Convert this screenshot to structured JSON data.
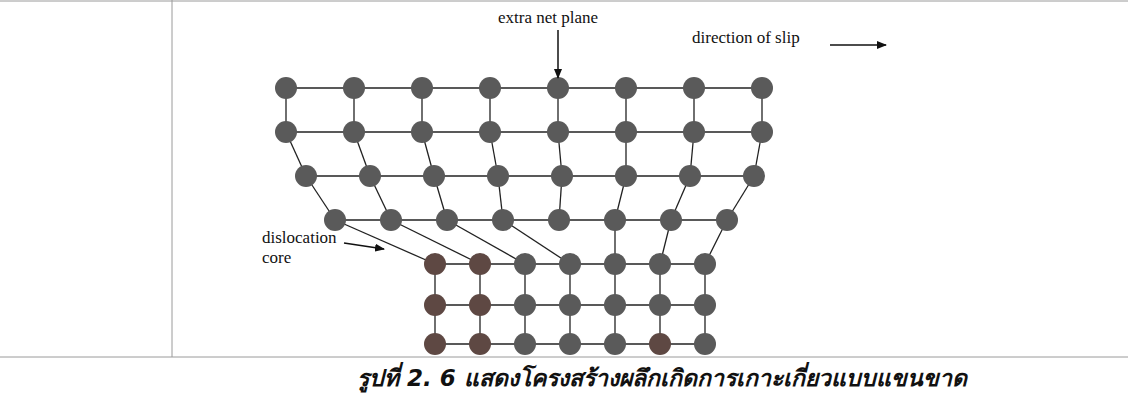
{
  "diagram": {
    "caption": "รูปที่ 2. 6 แสดงโครงสร้างผลึกเกิดการเกาะเกี่ยวแบบแขนขาด",
    "labels": [
      "extra net plane",
      "direction of slip",
      "dislocation core"
    ]
  }
}
